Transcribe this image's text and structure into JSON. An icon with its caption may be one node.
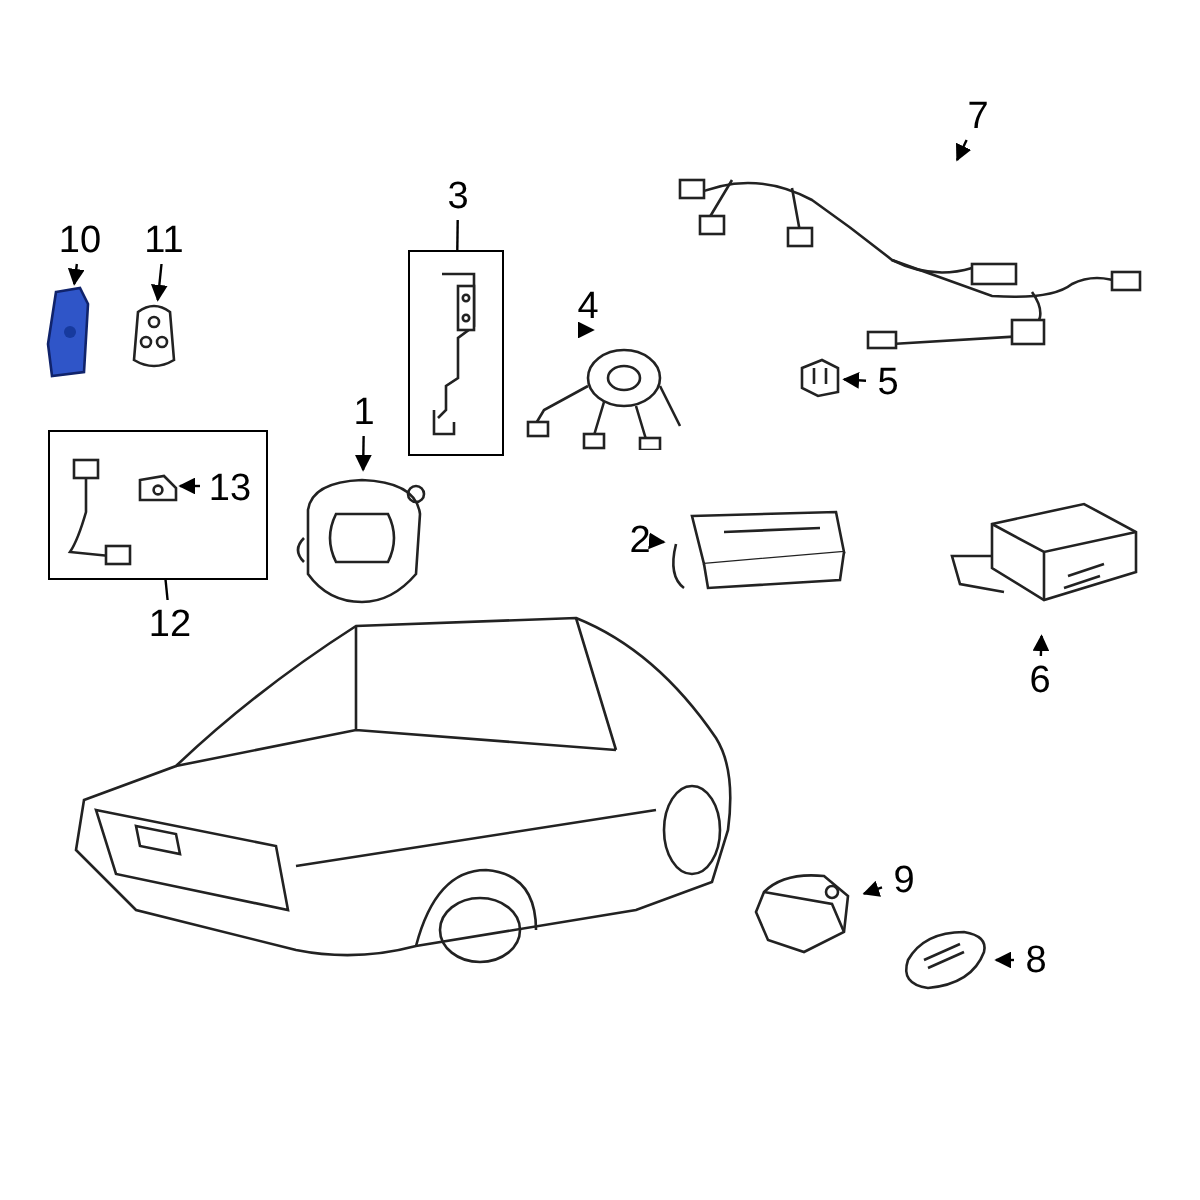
{
  "diagram": {
    "nodes": [
      {
        "text": [
          "10"
        ]
      },
      {
        "text": [],
        "shape": "picture"
      },
      {
        "text": [
          "11"
        ]
      },
      {
        "text": [],
        "shape": "picture"
      },
      {
        "text": [
          "3"
        ]
      },
      {
        "text": [],
        "shape": "box"
      },
      {
        "text": [],
        "shape": "picture",
        "in": 5
      },
      {
        "text": [
          "1"
        ]
      },
      {
        "text": [],
        "shape": "picture"
      },
      {
        "text": [
          "4"
        ]
      },
      {
        "text": [],
        "shape": "picture"
      },
      {
        "text": [
          "7"
        ]
      },
      {
        "text": [],
        "shape": "picture"
      },
      {
        "text": [
          "5"
        ]
      },
      {
        "text": [],
        "shape": "picture"
      },
      {
        "text": [],
        "shape": "box"
      },
      {
        "text": [],
        "shape": "picture",
        "in": 15
      },
      {
        "text": [],
        "shape": "picture",
        "in": 15
      },
      {
        "text": [
          "13"
        ],
        "in": 15
      },
      {
        "text": [
          "12"
        ]
      },
      {
        "text": [
          "2"
        ]
      },
      {
        "text": [],
        "shape": "picture"
      },
      {
        "text": [
          "6"
        ]
      },
      {
        "text": [],
        "shape": "picture"
      },
      {
        "text": [],
        "shape": "picture"
      },
      {
        "text": [
          "9"
        ]
      },
      {
        "text": [],
        "shape": "picture"
      },
      {
        "text": [
          "8"
        ]
      },
      {
        "text": [],
        "shape": "picture"
      }
    ],
    "edges": [
      {
        "from": 0,
        "to": 1,
        "arrow": "to"
      },
      {
        "from": 2,
        "to": 3,
        "arrow": "to"
      },
      {
        "from": 4,
        "to": 5,
        "arrow": "none"
      },
      {
        "from": 7,
        "to": 8,
        "arrow": "to"
      },
      {
        "from": 9,
        "to": 10,
        "arrow": "to"
      },
      {
        "from": 11,
        "to": 12,
        "arrow": "to"
      },
      {
        "from": 13,
        "to": 14,
        "arrow": "to"
      },
      {
        "from": 18,
        "to": 17,
        "arrow": "to"
      },
      {
        "from": 15,
        "to": 19,
        "arrow": "none"
      },
      {
        "from": 20,
        "to": 21,
        "arrow": "to"
      },
      {
        "from": 22,
        "to": 23,
        "arrow": "to"
      },
      {
        "from": 25,
        "to": 26,
        "arrow": "to"
      },
      {
        "from": 27,
        "to": 28,
        "arrow": "to"
      }
    ]
  }
}
